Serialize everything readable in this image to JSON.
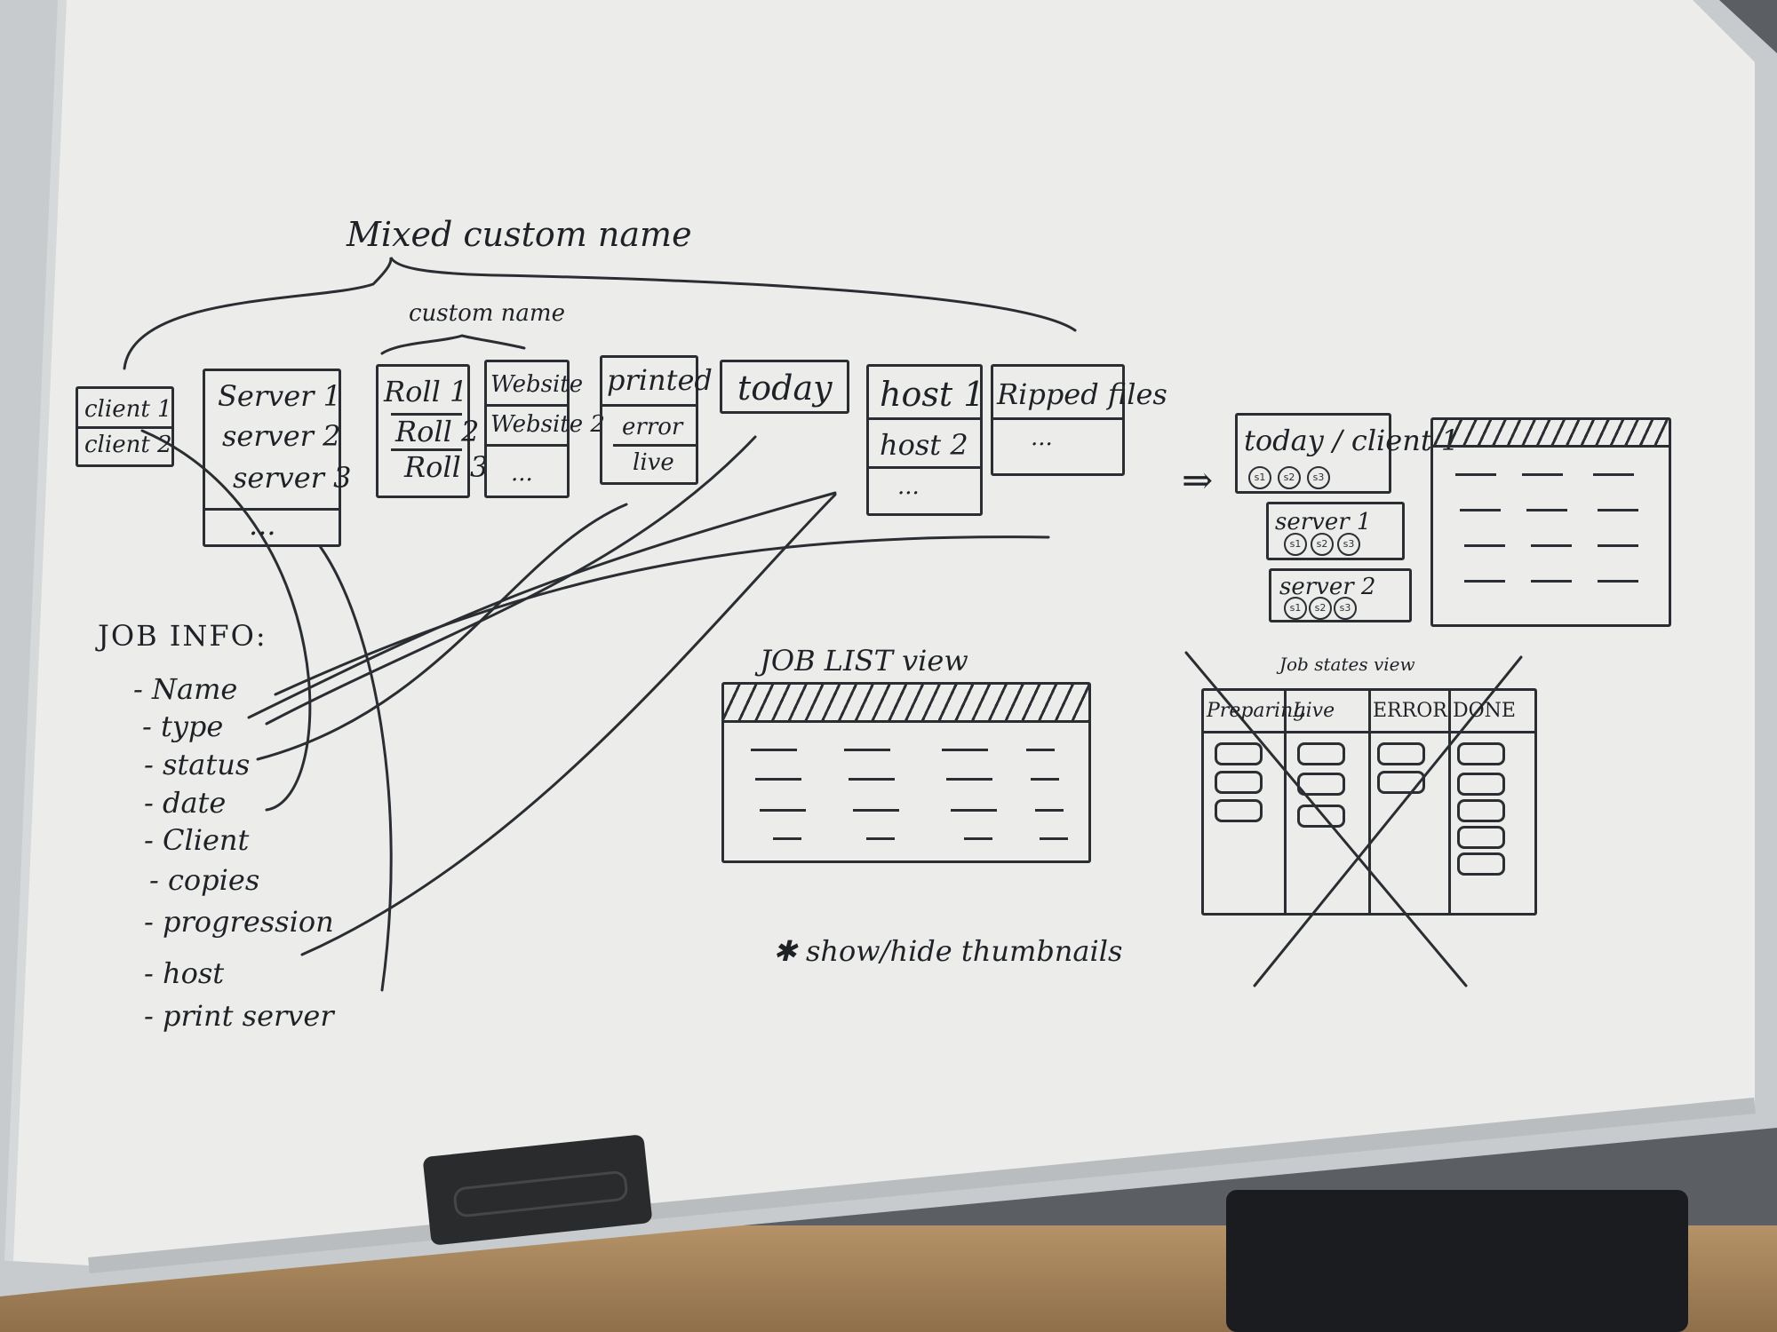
{
  "whiteboard": {
    "colors": {
      "board": "#ecedeb",
      "frame": "#c8ccce",
      "ink": "#1e2126",
      "eraser": "#2a2b2d",
      "desk": "#b08d62",
      "floor": "#4a4d52"
    },
    "top_brace_label": "Mixed custom name",
    "mid_brace_label": "custom name",
    "columns": {
      "client": [
        "client 1",
        "client 2"
      ],
      "server": [
        "Server 1",
        "server 2",
        "server 3",
        "..."
      ],
      "roll": [
        "Roll 1",
        "Roll 2",
        "Roll 3"
      ],
      "website": [
        "Website",
        "Website 2",
        "..."
      ],
      "status": [
        "printed",
        "error",
        "live"
      ],
      "date": [
        "today"
      ],
      "host": [
        "host 1",
        "host 2",
        "..."
      ],
      "ripped": [
        "Ripped files",
        "..."
      ]
    },
    "arrow_symbol": "⇒",
    "group_view": {
      "title": "today / client 1",
      "server1": "server 1",
      "server2": "server 2",
      "badges": [
        "s1",
        "s2",
        "s3"
      ]
    },
    "job_info": {
      "heading": "JOB INFO:",
      "fields": [
        "- Name",
        "- type",
        "- status",
        "- date",
        "- Client",
        "- copies",
        "- progression",
        "- host",
        "- print server"
      ]
    },
    "job_list_view_label": "JOB LIST view",
    "job_states_view": {
      "label": "Job states view",
      "columns": [
        "Preparing",
        "Live",
        "ERROR",
        "DONE"
      ]
    },
    "thumbnail_note": "✱ show/hide thumbnails"
  }
}
